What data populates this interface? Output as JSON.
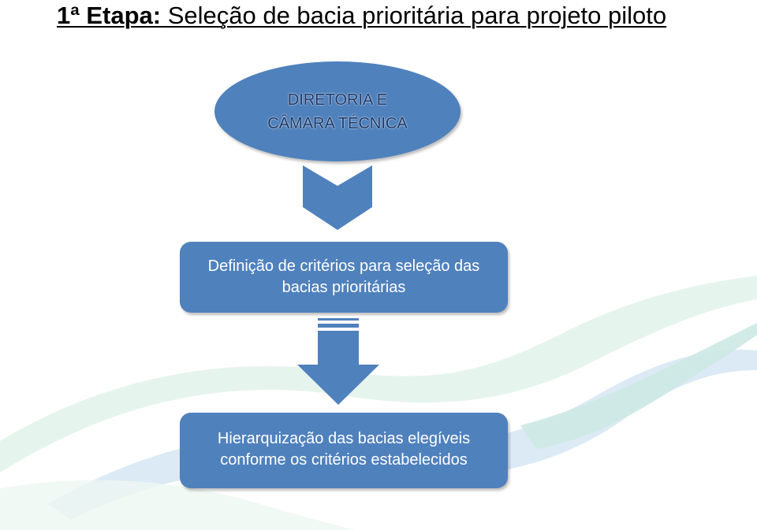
{
  "title": {
    "prefix": "1ª Etapa:",
    "text": " Seleção de bacia prioritária para projeto piloto"
  },
  "ellipse": {
    "line1": "DIRETORIA E",
    "line2": "CÂMARA TÉCNICA"
  },
  "box1": {
    "line1": "Definição de critérios para seleção das",
    "line2": "bacias prioritárias"
  },
  "box2": {
    "line1": "Hierarquização das bacias elegíveis",
    "line2": "conforme os critérios estabelecidos"
  },
  "colors": {
    "shape_fill": "#4f81bd",
    "ellipse_text": "#1f3864",
    "wave_light": "#d6efe9",
    "wave_blue": "#cfe3f1"
  }
}
